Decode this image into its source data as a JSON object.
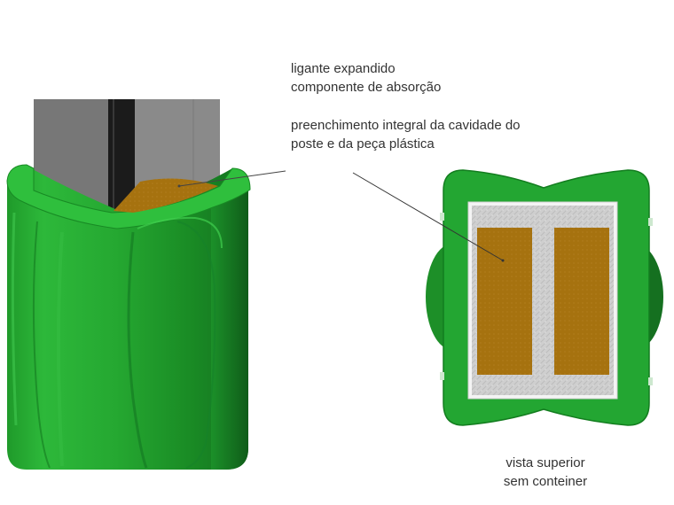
{
  "annotations": {
    "binder_line1": "ligante expandido",
    "binder_line2": "componente de absorção",
    "fill_line1": "preenchimento integral da cavidade do",
    "fill_line2": "poste e da peça plástica",
    "view_line1": "vista superior",
    "view_line2": "sem conteiner"
  },
  "colors": {
    "container_green": "#24a832",
    "container_dark_green": "#157a1f",
    "post_gray": "#8a8a8a",
    "fill_brown": "#a87514",
    "steel_profile": "#c8c8c8"
  }
}
